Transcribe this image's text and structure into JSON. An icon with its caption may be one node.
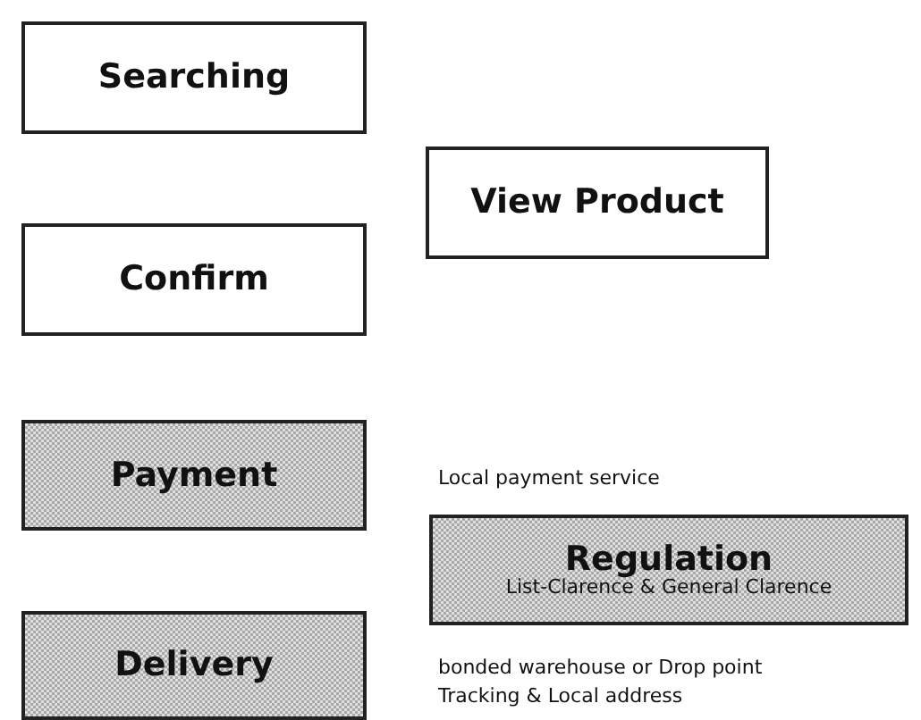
{
  "diagram": {
    "nodes": [
      {
        "text": [
          "Searching"
        ]
      },
      {
        "text": [
          "View Product"
        ]
      },
      {
        "text": [
          "Confirm"
        ]
      },
      {
        "text": [
          "Payment"
        ]
      },
      {
        "text": [
          "Regulation",
          "List-Clarence & General Clarence"
        ]
      },
      {
        "text": [
          "Delivery"
        ],
        "beside": [
          "bonded warehouse or Drop point",
          "Tracking & Local address"
        ]
      }
    ],
    "labels": [
      "Local payment service"
    ]
  }
}
